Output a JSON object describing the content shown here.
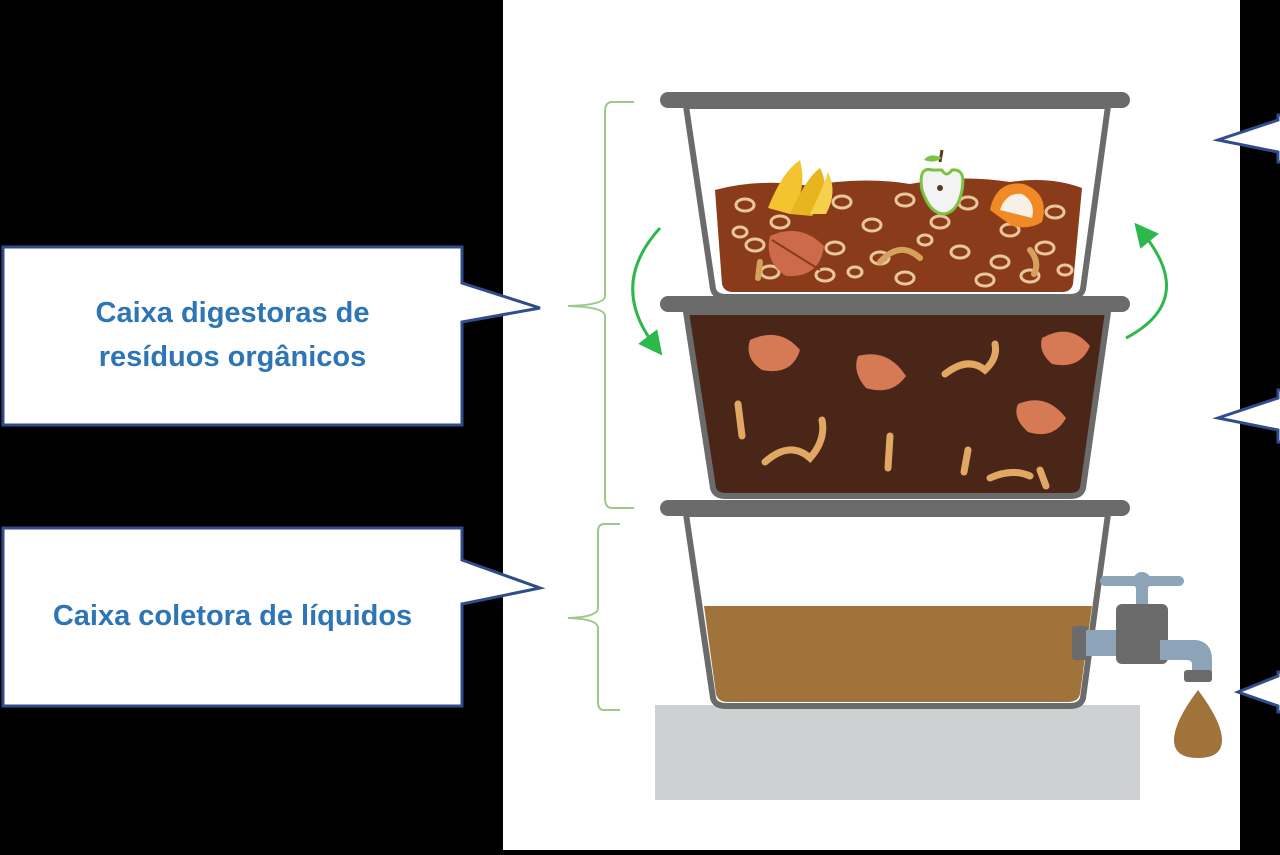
{
  "callouts": {
    "digester": {
      "line1": "Caixa digestoras de",
      "line2": "resíduos orgânicos"
    },
    "collector": {
      "label": "Caixa coletora de líquidos"
    }
  },
  "colors": {
    "callout_text": "#2e75b6",
    "callout_border": "#2f4d8a",
    "compost_soil": "#8a3b1a",
    "castings": "#4a2618",
    "liquid": "#a0733a",
    "bracket": "#9cc98a",
    "arrow": "#2db84c"
  }
}
